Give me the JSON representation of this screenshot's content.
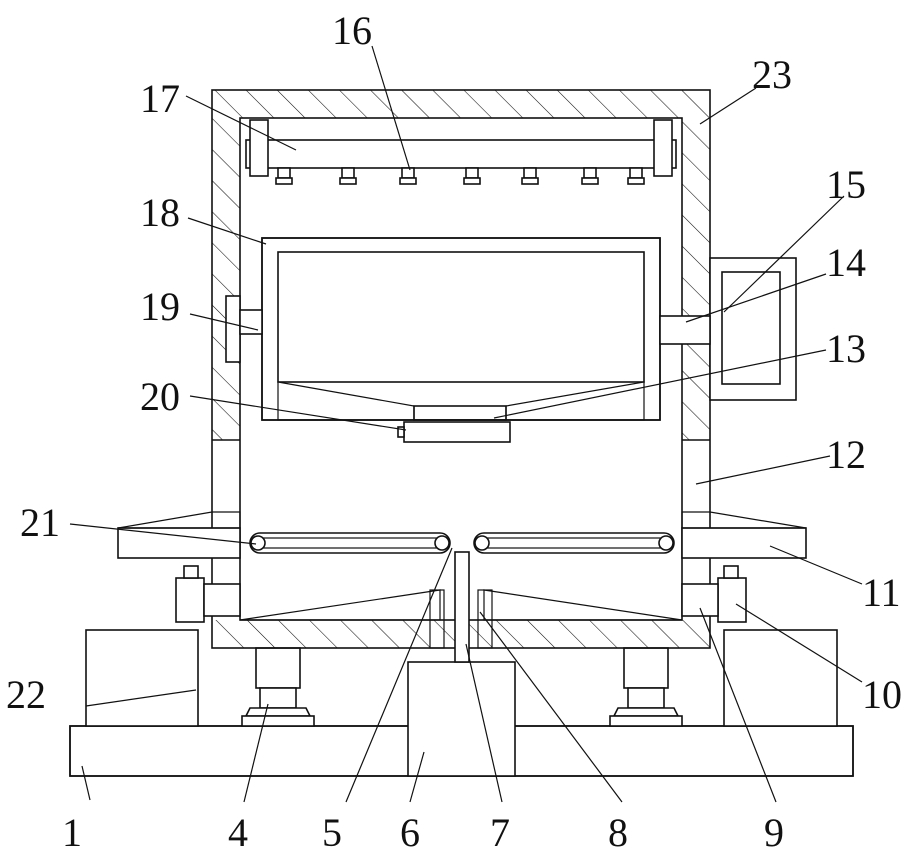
{
  "figure": {
    "callouts": [
      {
        "id": "1",
        "text": "1"
      },
      {
        "id": "4",
        "text": "4"
      },
      {
        "id": "5",
        "text": "5"
      },
      {
        "id": "6",
        "text": "6"
      },
      {
        "id": "7",
        "text": "7"
      },
      {
        "id": "8",
        "text": "8"
      },
      {
        "id": "9",
        "text": "9"
      },
      {
        "id": "10",
        "text": "10"
      },
      {
        "id": "11",
        "text": "11"
      },
      {
        "id": "12",
        "text": "12"
      },
      {
        "id": "13",
        "text": "13"
      },
      {
        "id": "14",
        "text": "14"
      },
      {
        "id": "15",
        "text": "15"
      },
      {
        "id": "16",
        "text": "16"
      },
      {
        "id": "17",
        "text": "17"
      },
      {
        "id": "18",
        "text": "18"
      },
      {
        "id": "19",
        "text": "19"
      },
      {
        "id": "20",
        "text": "20"
      },
      {
        "id": "21",
        "text": "21"
      },
      {
        "id": "22",
        "text": "22"
      },
      {
        "id": "23",
        "text": "23"
      }
    ],
    "colors": {
      "line": "#111111",
      "background": "#ffffff"
    },
    "hatch_styles": [
      "diagonal-hatch",
      "cross-hatch",
      "honeycomb-hatch",
      "zigzag-hatch"
    ]
  }
}
